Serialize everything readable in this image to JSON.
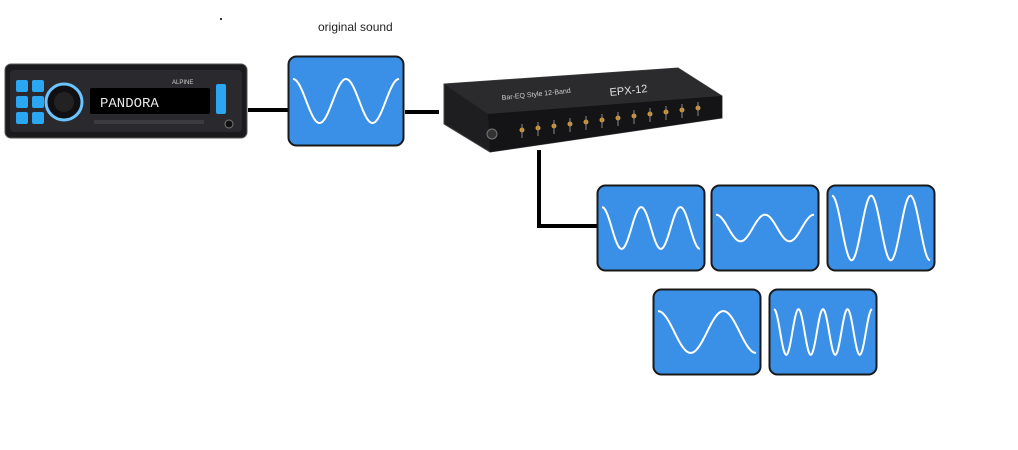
{
  "labels": {
    "original_sound": "original sound"
  },
  "devices": {
    "head_unit": {
      "display_text": "PANDORA",
      "brand_text": "ALPINE"
    },
    "equalizer": {
      "model_text": "EPX-12"
    }
  },
  "colors": {
    "wave_fill": "#3a8fe6",
    "wave_stroke": "#ffffff",
    "box_border": "#1a1a1a",
    "wire": "#000000"
  },
  "waves": [
    {
      "id": "original",
      "cycles": 2,
      "amplitude": 0.55
    },
    {
      "id": "output-1",
      "cycles": 2.5,
      "amplitude": 0.55
    },
    {
      "id": "output-2",
      "cycles": 2,
      "amplitude": 0.35
    },
    {
      "id": "output-3",
      "cycles": 2.5,
      "amplitude": 0.85
    },
    {
      "id": "output-4",
      "cycles": 1.5,
      "amplitude": 0.55
    },
    {
      "id": "output-5",
      "cycles": 4,
      "amplitude": 0.6
    }
  ]
}
